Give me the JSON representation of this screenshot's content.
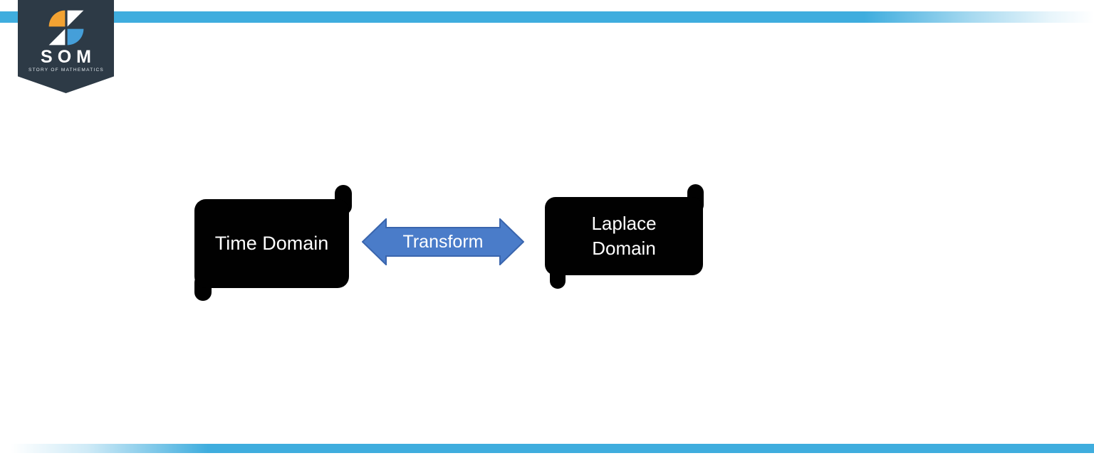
{
  "branding": {
    "logo_text": "SOM",
    "logo_tagline": "STORY OF MATHEMATICS"
  },
  "diagram": {
    "left_node": {
      "label": "Time Domain"
    },
    "right_node": {
      "label": "Laplace Domain"
    },
    "arrow": {
      "label": "Transform"
    }
  },
  "colors": {
    "bar-blue": "#3fadde",
    "banner-dark": "#2d3a46",
    "icon-orange": "#f2a232",
    "icon-blue": "#459fd9",
    "node-black": "#010101",
    "node-text": "#ffffff",
    "arrow-fill": "#4a7cc9",
    "arrow-border": "#3a65ad",
    "arrow-text": "#ffffff",
    "background": "#ffffff"
  }
}
